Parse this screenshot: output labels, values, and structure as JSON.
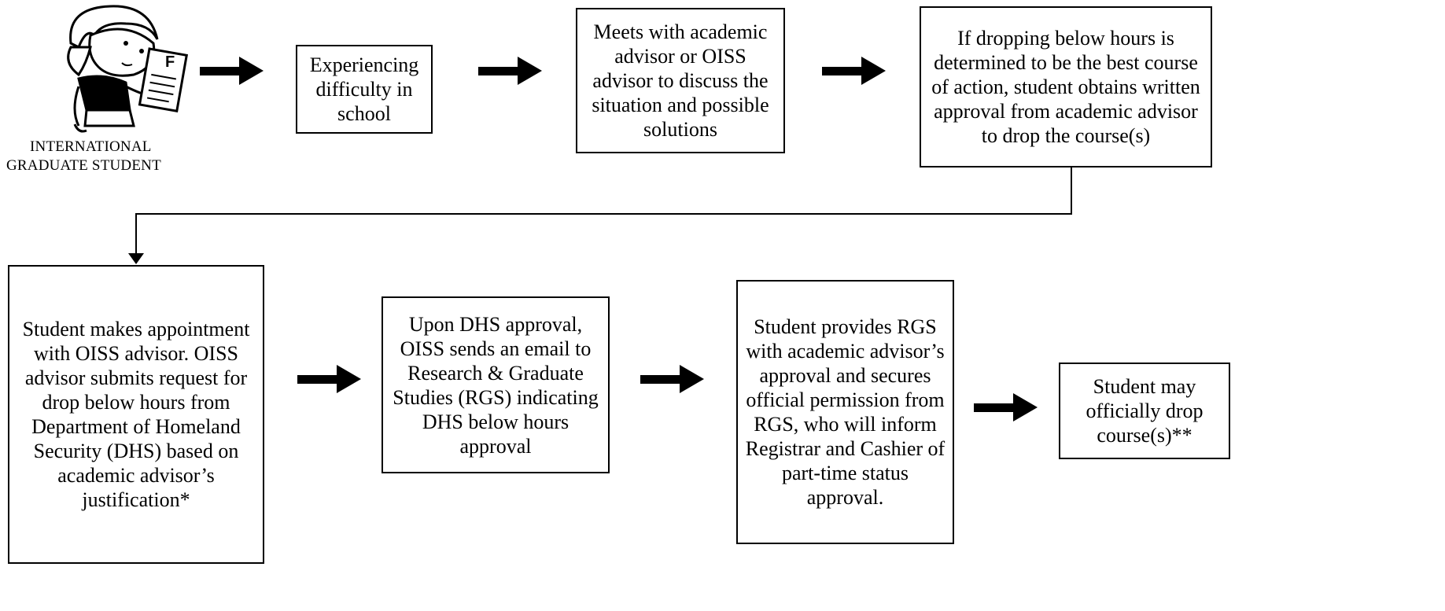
{
  "figure": {
    "caption_line1": "International",
    "caption_line2": "Graduate Student",
    "grade_letter": "F"
  },
  "steps": {
    "step1": "Experiencing difficulty in school",
    "step2": "Meets with academic advisor or OISS advisor to discuss the situation and possible solutions",
    "step3": "If dropping below hours is determined to be the best course of action, student obtains written approval from academic advisor to drop the course(s)",
    "step4": "Student makes appointment with OISS advisor.  OISS advisor submits request for drop below hours from Department of Homeland Security (DHS) based on academic advisor’s justification*",
    "step5": "Upon DHS approval, OISS sends an email to Research & Graduate Studies (RGS) indicating DHS below hours approval",
    "step6": "Student provides RGS with academic advisor’s approval and secures official permission from RGS, who will inform Registrar and Cashier of part-time status approval.",
    "step7": "Student may officially drop course(s)**"
  }
}
